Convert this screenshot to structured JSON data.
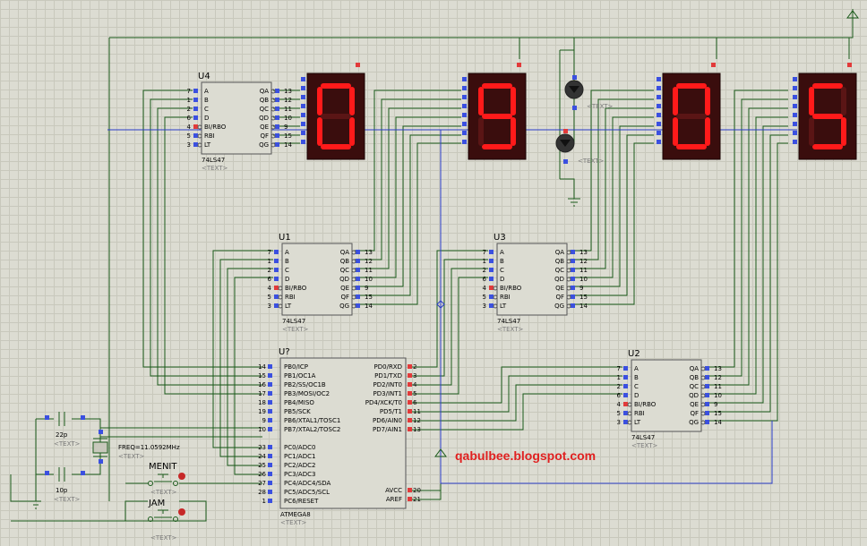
{
  "blog": "qabulbee.blogspot.com",
  "text_placeholder": "<TEXT>",
  "displays": [
    {
      "digit": "0"
    },
    {
      "digit": "9"
    },
    {
      "digit": "0"
    },
    {
      "digit": "5"
    }
  ],
  "decoders": {
    "ref": [
      "U4",
      "U1",
      "U3",
      "U2"
    ],
    "part": "74LS47",
    "in_pins": [
      "A",
      "B",
      "C",
      "D",
      "BI/RBO",
      "RBI",
      "LT"
    ],
    "in_nums": [
      "7",
      "1",
      "2",
      "6",
      "4",
      "5",
      "3"
    ],
    "out_pins": [
      "QA",
      "QB",
      "QC",
      "QD",
      "QE",
      "QF",
      "QG"
    ],
    "out_nums": [
      "13",
      "12",
      "11",
      "10",
      "9",
      "15",
      "14"
    ]
  },
  "mcu": {
    "ref": "U?",
    "part": "ATMEGA8",
    "left_pins": [
      "PB0/ICP",
      "PB1/OC1A",
      "PB2/SS/OC1B",
      "PB3/MOSI/OC2",
      "PB4/MISO",
      "PB5/SCK",
      "PB6/XTAL1/TOSC1",
      "PB7/XTAL2/TOSC2",
      "PC0/ADC0",
      "PC1/ADC1",
      "PC2/ADC2",
      "PC3/ADC3",
      "PC4/ADC4/SDA",
      "PC5/ADC5/SCL",
      "PC6/RESET"
    ],
    "left_nums": [
      "14",
      "15",
      "16",
      "17",
      "18",
      "19",
      "9",
      "10",
      "23",
      "24",
      "25",
      "26",
      "27",
      "28",
      "1"
    ],
    "right_pins": [
      "PD0/RXD",
      "PD1/TXD",
      "PD2/INT0",
      "PD3/INT1",
      "PD4/XCK/T0",
      "PD5/T1",
      "PD6/AIN0",
      "PD7/AIN1",
      "AVCC",
      "AREF"
    ],
    "right_nums": [
      "2",
      "3",
      "4",
      "5",
      "6",
      "11",
      "12",
      "13",
      "20",
      "21"
    ]
  },
  "components": {
    "cap1": "22p",
    "cap2": "10p",
    "crystal": "FREQ=11.0592MHz",
    "btn1": "MENIT",
    "btn2": "JAM"
  }
}
